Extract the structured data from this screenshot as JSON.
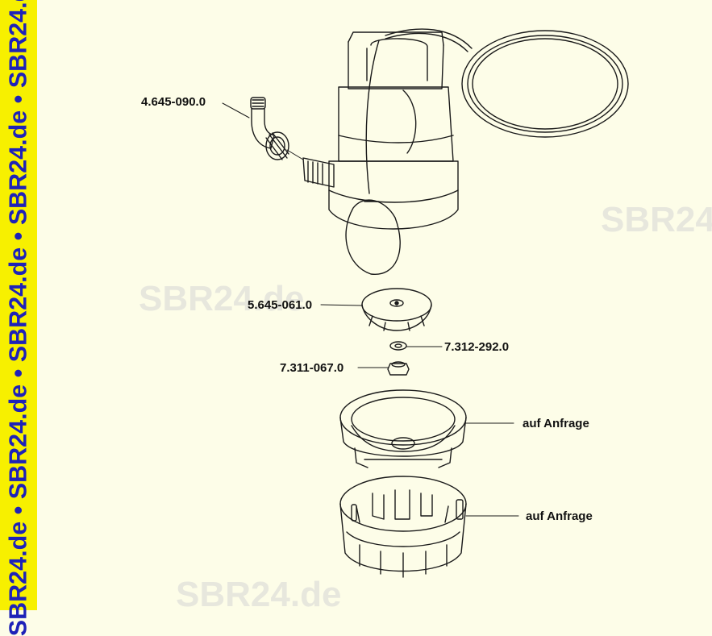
{
  "sidebar": {
    "text": "SBR24.de  •  SBR24.de  •  SBR24.de  •  SBR24.de  •  SBR24.de",
    "background": "#f7f000",
    "text_color": "#1e22b8"
  },
  "watermarks": [
    "SBR24",
    "SBR24.de",
    "SBR24.de"
  ],
  "parts": [
    {
      "label": "4.645-090.0"
    },
    {
      "label": "5.645-061.0"
    },
    {
      "label": "7.312-292.0"
    },
    {
      "label": "7.311-067.0"
    },
    {
      "label": "auf Anfrage"
    },
    {
      "label": "auf Anfrage"
    }
  ]
}
